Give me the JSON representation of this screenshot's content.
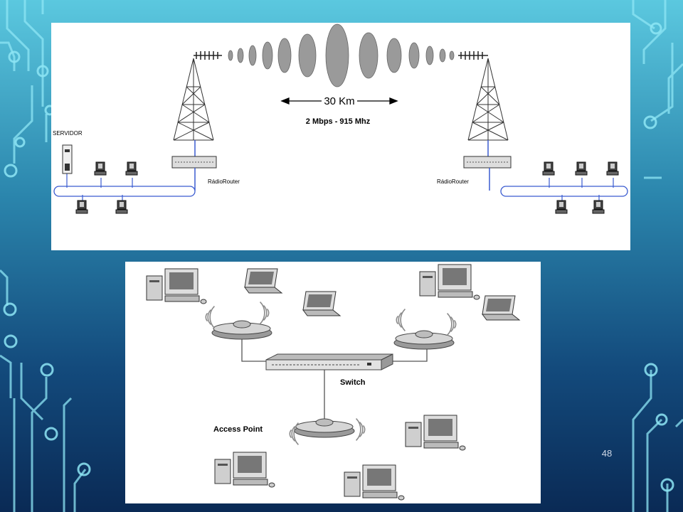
{
  "slide": {
    "page_number": "48",
    "colors": {
      "background_top": "#5bc8df",
      "background_bottom": "#0a2a55",
      "circuit_lines": "#8ee6f5"
    }
  },
  "top_diagram": {
    "distance_label": "30 Km",
    "link_spec_label": "2 Mbps  - 915 Mhz",
    "server_label": "SERVIDOR",
    "left_router_label": "RádioRouter",
    "right_router_label": "RádioRouter"
  },
  "bottom_diagram": {
    "switch_label": "Switch",
    "access_point_label": "Access Point"
  }
}
